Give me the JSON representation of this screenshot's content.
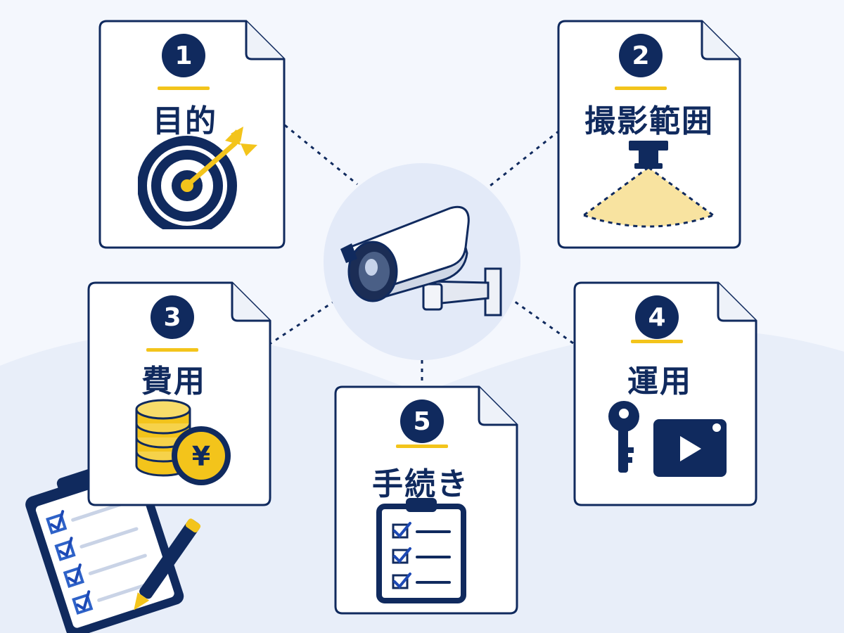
{
  "items": [
    {
      "number": "1",
      "label": "目的",
      "icon": "target-dart-icon"
    },
    {
      "number": "2",
      "label": "撮影範囲",
      "icon": "camera-coverage-icon"
    },
    {
      "number": "3",
      "label": "費用",
      "icon": "yen-coins-icon"
    },
    {
      "number": "4",
      "label": "運用",
      "icon": "key-video-icon"
    },
    {
      "number": "5",
      "label": "手続き",
      "icon": "checklist-clipboard-icon"
    }
  ],
  "center_icon": "security-camera-icon",
  "decoration_icon": "clipboard-pen-icon",
  "colors": {
    "navy": "#102a5e",
    "accent": "#f3c41b",
    "background": "#f4f7fd"
  }
}
